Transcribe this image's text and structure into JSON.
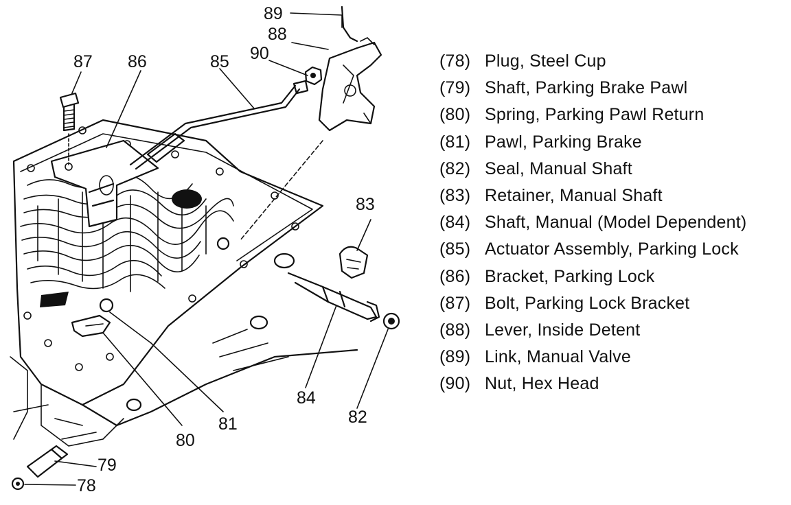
{
  "callouts": {
    "c78": "78",
    "c79": "79",
    "c80": "80",
    "c81": "81",
    "c82": "82",
    "c83": "83",
    "c84": "84",
    "c85": "85",
    "c86": "86",
    "c87": "87",
    "c88": "88",
    "c89": "89",
    "c90": "90"
  },
  "legend": [
    {
      "num": "(78)",
      "label": "Plug, Steel Cup"
    },
    {
      "num": "(79)",
      "label": "Shaft, Parking Brake Pawl"
    },
    {
      "num": "(80)",
      "label": "Spring, Parking Pawl Return"
    },
    {
      "num": "(81)",
      "label": "Pawl, Parking Brake"
    },
    {
      "num": "(82)",
      "label": "Seal, Manual Shaft"
    },
    {
      "num": "(83)",
      "label": "Retainer, Manual Shaft"
    },
    {
      "num": "(84)",
      "label": "Shaft, Manual (Model Dependent)"
    },
    {
      "num": "(85)",
      "label": "Actuator Assembly, Parking Lock"
    },
    {
      "num": "(86)",
      "label": "Bracket, Parking Lock"
    },
    {
      "num": "(87)",
      "label": "Bolt, Parking Lock Bracket"
    },
    {
      "num": "(88)",
      "label": "Lever, Inside Detent"
    },
    {
      "num": "(89)",
      "label": "Link, Manual Valve"
    },
    {
      "num": "(90)",
      "label": "Nut, Hex Head"
    }
  ],
  "style": {
    "ink": "#111111",
    "paper": "#ffffff"
  }
}
